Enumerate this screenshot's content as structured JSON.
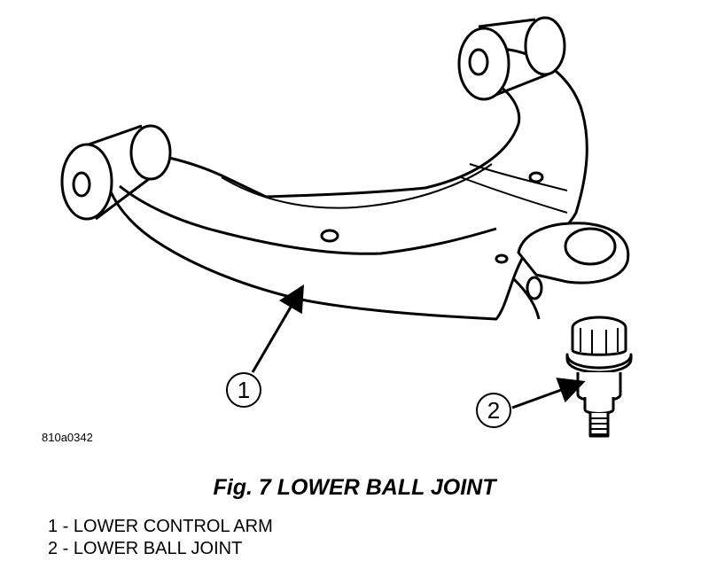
{
  "figure": {
    "reference_code": "810a0342",
    "title": "Fig. 7 LOWER BALL JOINT"
  },
  "callouts": [
    {
      "number": "1"
    },
    {
      "number": "2"
    }
  ],
  "legend": [
    {
      "text": "1 - LOWER CONTROL ARM"
    },
    {
      "text": "2 - LOWER BALL JOINT"
    }
  ]
}
